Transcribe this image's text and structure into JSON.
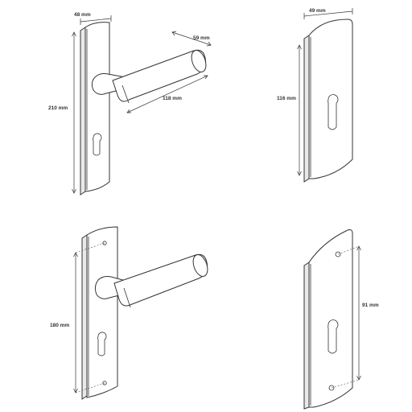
{
  "colors": {
    "stroke": "#333333",
    "background": "#ffffff"
  },
  "diagrams": {
    "top_left": {
      "width_label": "48 mm",
      "height_label": "210 mm",
      "lever_depth_label": "59 mm",
      "lever_length_label": "118 mm"
    },
    "top_right": {
      "width_label": "49 mm",
      "height_label": "116 mm"
    },
    "bottom_left": {
      "hole_spacing_label": "180 mm"
    },
    "bottom_right": {
      "hole_spacing_label": "91 mm"
    }
  }
}
